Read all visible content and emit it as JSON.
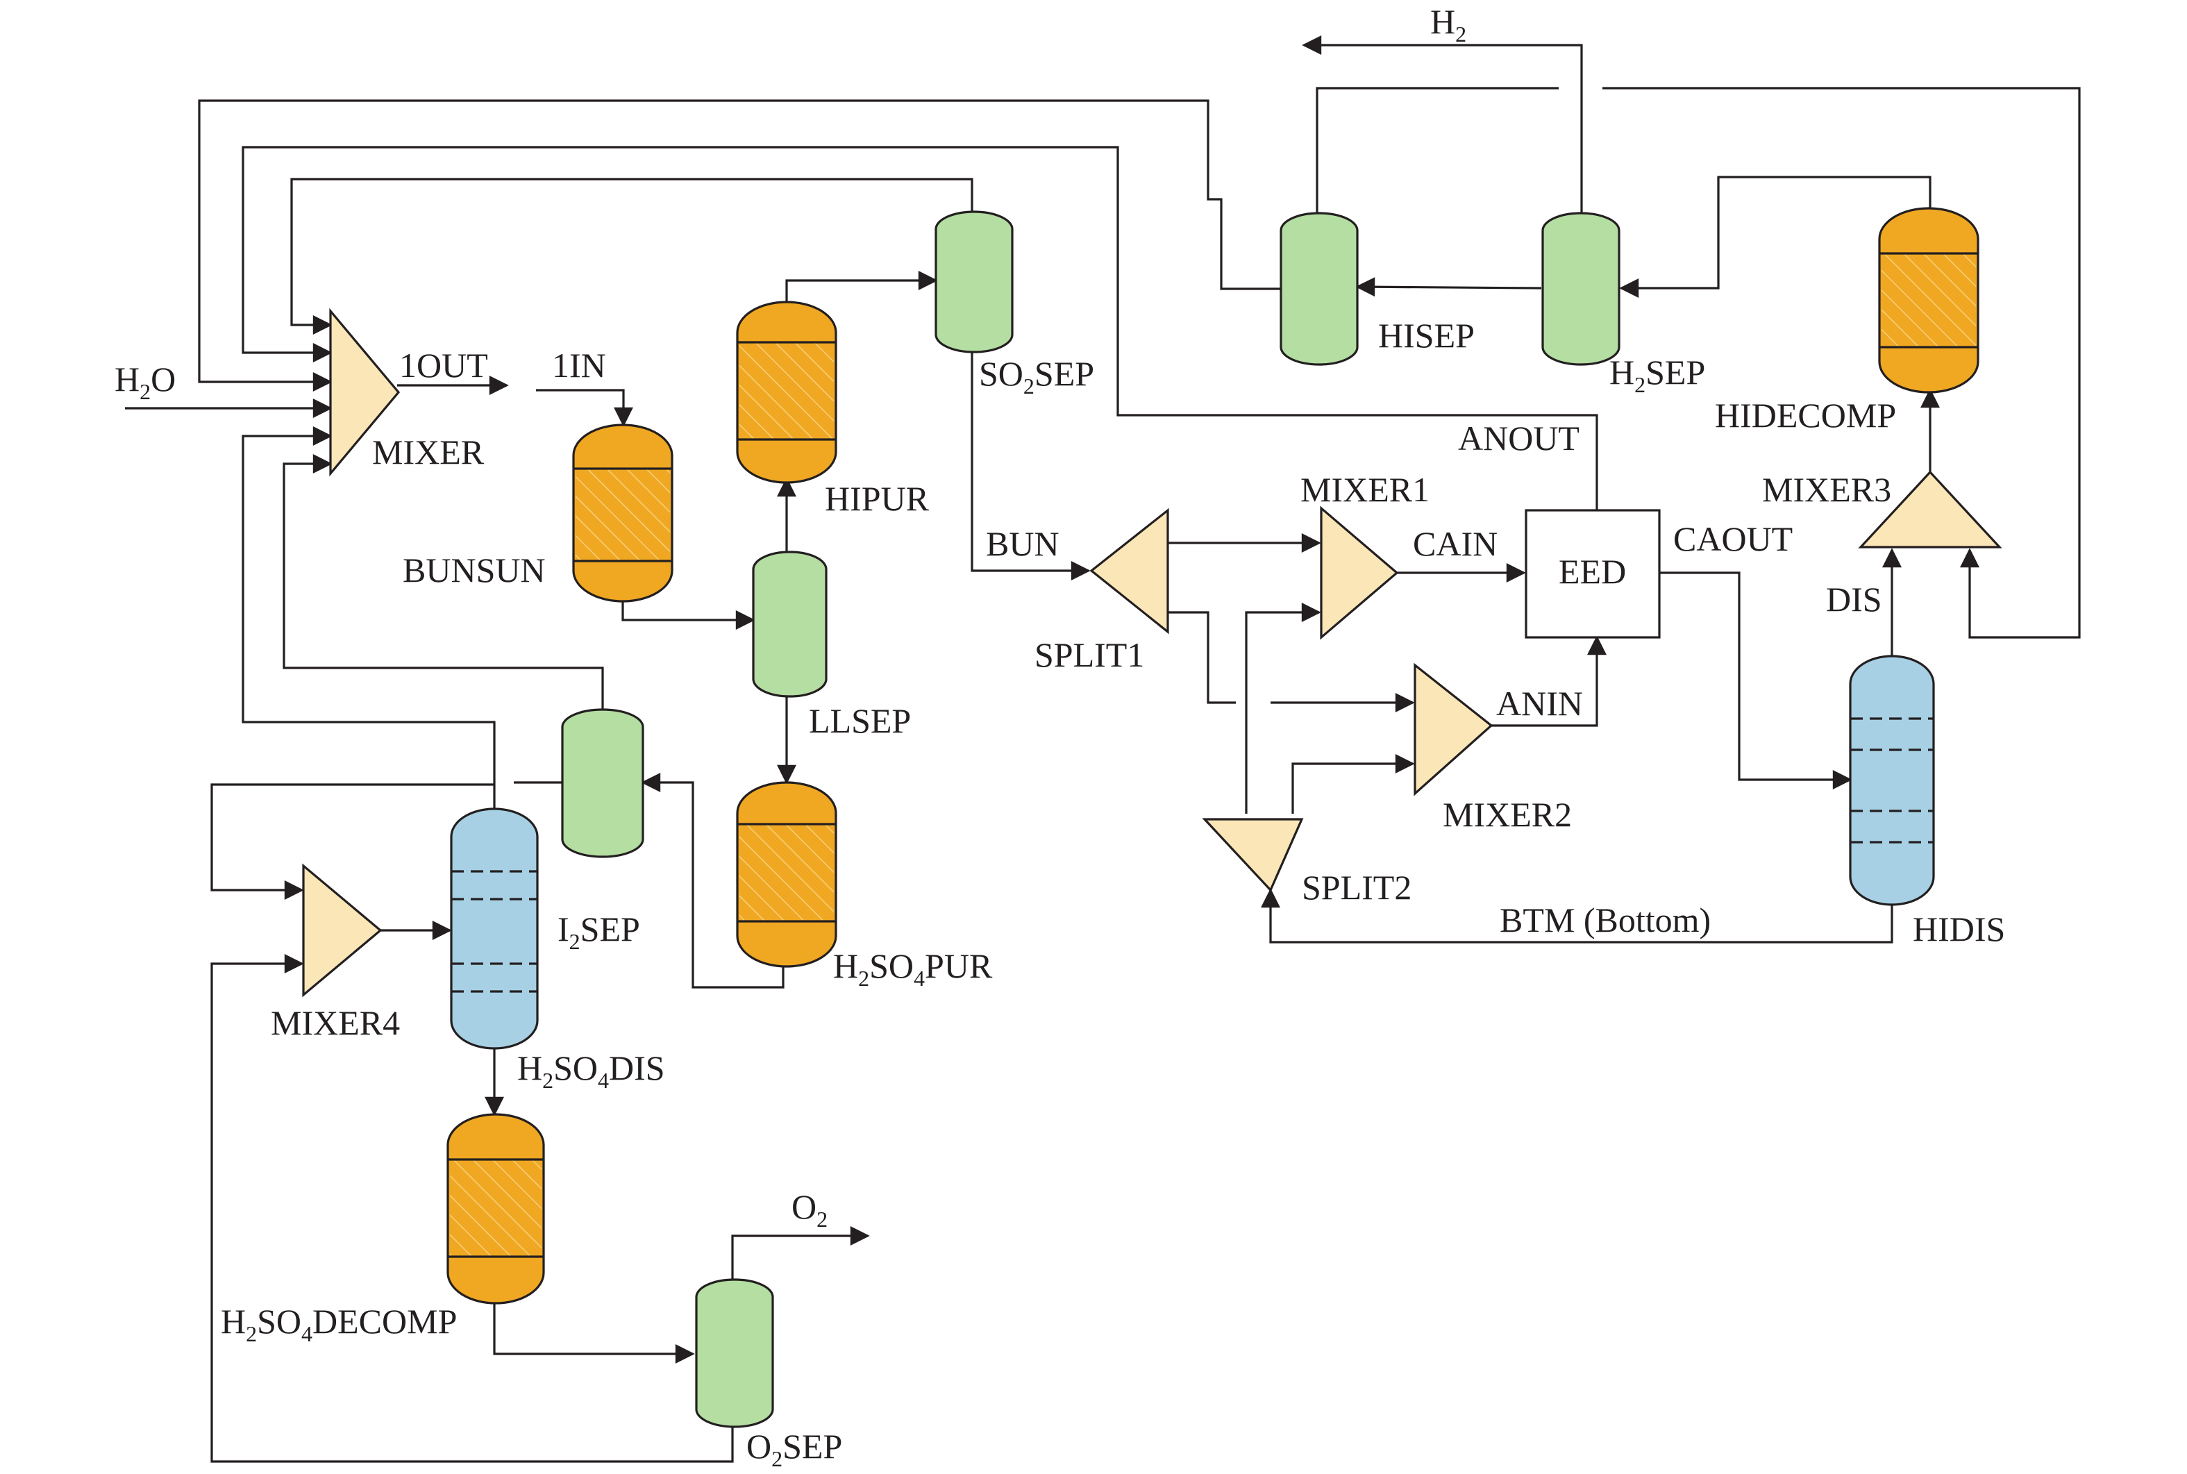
{
  "colors": {
    "reactor": "#f0a822",
    "separator": "#b5dea2",
    "distillation": "#a7d0e4",
    "mixer": "#fbe6b8",
    "line": "#231f20"
  },
  "streams": {
    "h2o_in": {
      "main": "H",
      "sub": "2",
      "tail": "O"
    },
    "h2_out": {
      "main": "H",
      "sub": "2",
      "tail": ""
    },
    "o2_out": {
      "main": "O",
      "sub": "2",
      "tail": ""
    },
    "out1": "1OUT",
    "in1": "1IN",
    "bun": "BUN",
    "anout": "ANOUT",
    "cain": "CAIN",
    "anin": "ANIN",
    "caout": "CAOUT",
    "dis": "DIS",
    "btm": "BTM (Bottom)"
  },
  "units": {
    "mixer": "MIXER",
    "bunsun": "BUNSUN",
    "hipur": "HIPUR",
    "so2sep": {
      "a": "SO",
      "sub": "2",
      "b": "SEP"
    },
    "llsep": "LLSEP",
    "i2sep": {
      "a": "I",
      "sub": "2",
      "b": "SEP"
    },
    "h2so4pur": {
      "a": "H",
      "s1": "2",
      "b": "SO",
      "s2": "4",
      "c": "PUR"
    },
    "h2so4dis": {
      "a": "H",
      "s1": "2",
      "b": "SO",
      "s2": "4",
      "c": "DIS"
    },
    "h2so4decomp": {
      "a": "H",
      "s1": "2",
      "b": "SO",
      "s2": "4",
      "c": "DECOMP"
    },
    "o2sep": {
      "a": "O",
      "sub": "2",
      "b": "SEP"
    },
    "mixer4": "MIXER4",
    "hisep": "HISEP",
    "h2sep": {
      "a": "H",
      "sub": "2",
      "b": "SEP"
    },
    "hidecomp": "HIDECOMP",
    "mixer3": "MIXER3",
    "mixer1": "MIXER1",
    "split1": "SPLIT1",
    "eed": "EED",
    "mixer2": "MIXER2",
    "split2": "SPLIT2",
    "hidis": "HIDIS"
  }
}
